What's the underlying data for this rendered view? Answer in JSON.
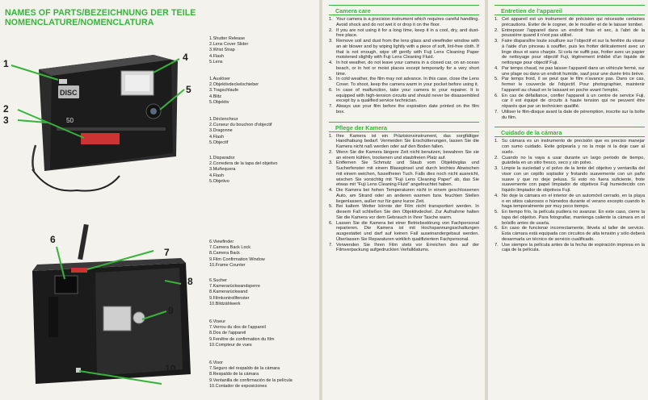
{
  "left_page": {
    "heading1": "NAMES OF PARTS/BEZEICHNUNG DER TEILE",
    "heading2": "NOMENCLATURE/NOMENCLATURA",
    "top_en": [
      "1.Shutter Release",
      "2.Lens Cover Slider",
      "3.Wrist Strap",
      "4.Flash",
      "5.Lens"
    ],
    "top_de": [
      "1.Auslöser",
      "2.Objektivdeckelschieber",
      "3.Tragschlaufe",
      "4.Blitz",
      "5.Objektiv"
    ],
    "top_fr": [
      "1.Déclencheur",
      "2.Curseur du bouchon d'objectif",
      "3.Dragonne",
      "4.Flash",
      "5.Objectif"
    ],
    "top_es": [
      "1.Disparador",
      "2.Corredera de la tapa del objetivo",
      "3.Muñequera",
      "4.Flash",
      "5.Objetivo"
    ],
    "bot_en": [
      "6.Viewfinder",
      "7.Camera Back Lock",
      "8.Camera Back",
      "9.Film Confirmation Window",
      "10.Frame Counter"
    ],
    "bot_de": [
      "6.Sucher",
      "7.Kamerarückwandsperre",
      "8.Kamerarückwand",
      "9.Filmkontrollfenster",
      "10.Bildzählwerk"
    ],
    "bot_fr": [
      "6.Viseur",
      "7.Verrou du dos de l'appareil",
      "8.Dos de l'appareil",
      "9.Fenêtre de confirmation du film",
      "10.Compteur de vues"
    ],
    "bot_es": [
      "6.Visor",
      "7.Seguro del respaldo de la cámara",
      "8.Respaldo de la cámara",
      "9.Ventanilla de confirmación de la película",
      "10.Contador de exposiciones"
    ],
    "camera_brand": "DISC",
    "camera_model": "50",
    "fig_top_numbers": [
      "1",
      "2",
      "3",
      "4",
      "5"
    ],
    "fig_bot_numbers": [
      "6",
      "7",
      "8",
      "9",
      "10"
    ]
  },
  "middle_page": {
    "care_title": "Camera care",
    "care_items": [
      "Your camera is a precision instrument which requires careful handling. Avoid shock and do not wet it or drop it on the floor.",
      "If you are not using it for a long time, keep it in a cool, dry, and dust-free place.",
      "Remove soil and dust from the lens glass and viewfinder window with an air blower and by wiping lightly with a piece of soft, lint-free cloth. If that is not enough, wipe off gently with Fuji Lens Cleaning Paper moistened slightly with Fuji Lens Cleaning Fluid.",
      "In hot weather, do not leave your camera in a closed car, on an ocean beach, or in hot or moist places except temporarily for a very short time.",
      "In cold weather, the film may not advance. In this case, close the Lens Cover. To shoot, keep the camera warm in your pocket before using it.",
      "In case of malfunction, take your camera to your repairer. It is equipped with high-tension circuits and should never be disassembled except by a qualified service technician.",
      "Always use your film before the expiration date printed on the film box."
    ],
    "pflege_title": "Pflege der Kamera",
    "pflege_items": [
      "Ihre Kamera ist ein Präzisionsinstrument, das sorgfältiger Handhabung bedarf. Vermeiden Sie Erschütterungen, lassen Sie die Kamera nicht naß werden oder auf den Boden fallen.",
      "Wenn Sie die Kamera längere Zeit nicht benutzen, bewahren Sie sie an einem kühlen, trockenen und staubfreien Platz auf.",
      "Entfernen Sie Schmutz und Staub vom Objektivglas und Sucherfenster mit einem Blasepinsel und durch leichtes Abwischen mit einem weichen, fusselfreien Tuch. Falls dies noch nicht ausreicht, wischen Sie vorsichtig mit \"Fuji Lens Cleaning Paper\" ab, das Sie etwas mit \"Fuji Lens Cleaning Fluid\" angefeuchtet haben.",
      "Die Kamera bei hohen Temperaturen nicht in einem geschlossenen Auto, am Strand oder an anderen warmen bzw. feuchten Stellen liegenlassen, außer nur für ganz kurze Zeit.",
      "Bei kaltem Wetter könnte der Film nicht transportiert werden. In diesem Fall schließen Sie den Objektivdeckel. Zur Aufnahme halten Sie die Kamera vor dem Gebrauch in Ihrer Tasche warm.",
      "Lassen Sie die Kamera bei einer Betriebsstörung von Fachpersonal reparieren. Die Kamera ist mit Hochspannungsschaltungen ausgestattet und darf auf keinen Fall auseinandergebaut werden. Überlassen Sie Reparaturen wirklich qualifiziertem Fachpersonal.",
      "Verwenden Sie Ihren Film stets vor Erreichen des auf der Filmverpackung aufgedruckten Verfalldatums."
    ]
  },
  "right_page": {
    "entretien_title": "Entretien de l'appareil",
    "entretien_items": [
      "Cet appareil est un instrument de précision qui nécessite certaines précautions. Eviter de le cogner, de le mouiller et de le laisser tomber.",
      "Entreposer l'appareil dans un endroit frais et sec, à l'abri de la poussière quand il n'est pas utilisé.",
      "Faire disparaître toute souillure sur l'objectif et sur la fenêtre du viseur à l'aide d'un pinceau à souffler, puis les frotter délicatement avec un linge doux et sans charpie. Si cela ne suffit pas, frotter avec un papier de nettoyage pour objectif Fuji, légèrement imbibé d'un liquide de nettoyage pour objectif Fuji.",
      "Par temps chaud, ne pas laisser l'appareil dans un véhicule fermé, sur une plage ou dans un endroit humide, sauf pour une durée très brève.",
      "Par temps froid, il se peut que le film n'avance pas. Dans ce cas, fermer le couvercle de l'objectif. Pour photographier, maintenir l'appareil au chaud en le laissant en poche avant l'emploi.",
      "En cas de défaillance, confier l'appareil à un centre de service Fuji, car il est équipé de circuits à haute tension qui ne peuvent être réparés que par un technicien qualifié.",
      "Utiliser le film-disque avant la date de péremption, inscrite sur la boîte du film."
    ],
    "cuidado_title": "Cuidado de la cámara",
    "cuidado_items": [
      "Su cámara es un instrumento de precisión que es preciso manejar con sumo cuidado. Evite golpearla y no la moje ni la deje caer al suelo.",
      "Cuando no la vaya a usar durante un largo periodo de tiempo, guárdela en un sitio fresco, seco y sin polvo.",
      "Limpie la suciedad y el polvo de la lente del objetivo y ventanilla del visor con un cepillo soplador y frotando suavemente con un paño suave y que no deje pelusa. Si esto no fuera suficiente, frote suavemente con papel limpiador de objetivos Fuji humedecido con líquido limpiador de objetivos Fuji.",
      "No deje la cámara en el interior de un automóvil cerrado, en la playa o en sitios calurosos o húmedos durante el verano excepto cuando lo haga temporalmente por muy poco tiempo.",
      "En tiempo frío, la película pudiera no avanzar. En este caso, cierre la tapa del objetivo. Para fotografiar, mantenga caliente la cámara en el bolsillo antes de usarla.",
      "En caso de funcionar incorrectamente, llévela al taller de servicio. Esta cámara está equipada con circuitos de alta tensión y sólo deberá desarmarla un técnico de servicio cualificado.",
      "Use siempre la película antes de la fecha de expiración impresa en la caja de la película."
    ]
  }
}
